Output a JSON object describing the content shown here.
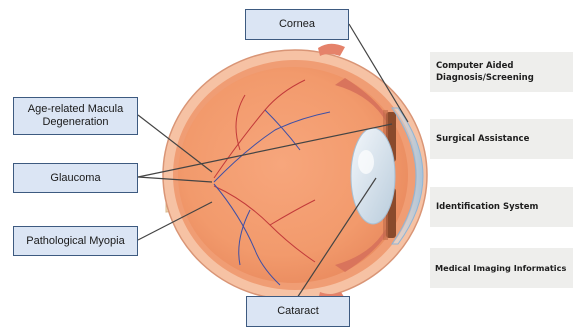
{
  "labels": {
    "cornea": "Cornea",
    "amd_line1": "Age-related Macula",
    "amd_line2": "Degeneration",
    "glaucoma": "Glaucoma",
    "myopia": "Pathological Myopia",
    "cataract": "Cataract"
  },
  "applications": {
    "cad_line1": "Computer Aided",
    "cad_line2": "Diagnosis/Screening",
    "surgical": "Surgical Assistance",
    "identification": "Identification System",
    "imaging": "Medical Imaging Informatics"
  },
  "colors": {
    "label_fill": "#dbe5f4",
    "label_border": "#3d5a80",
    "app_fill": "#eeeeec",
    "eye_outer": "#f4b79a",
    "eye_inner": "#f7a178",
    "lens": "#dbe6f0"
  }
}
